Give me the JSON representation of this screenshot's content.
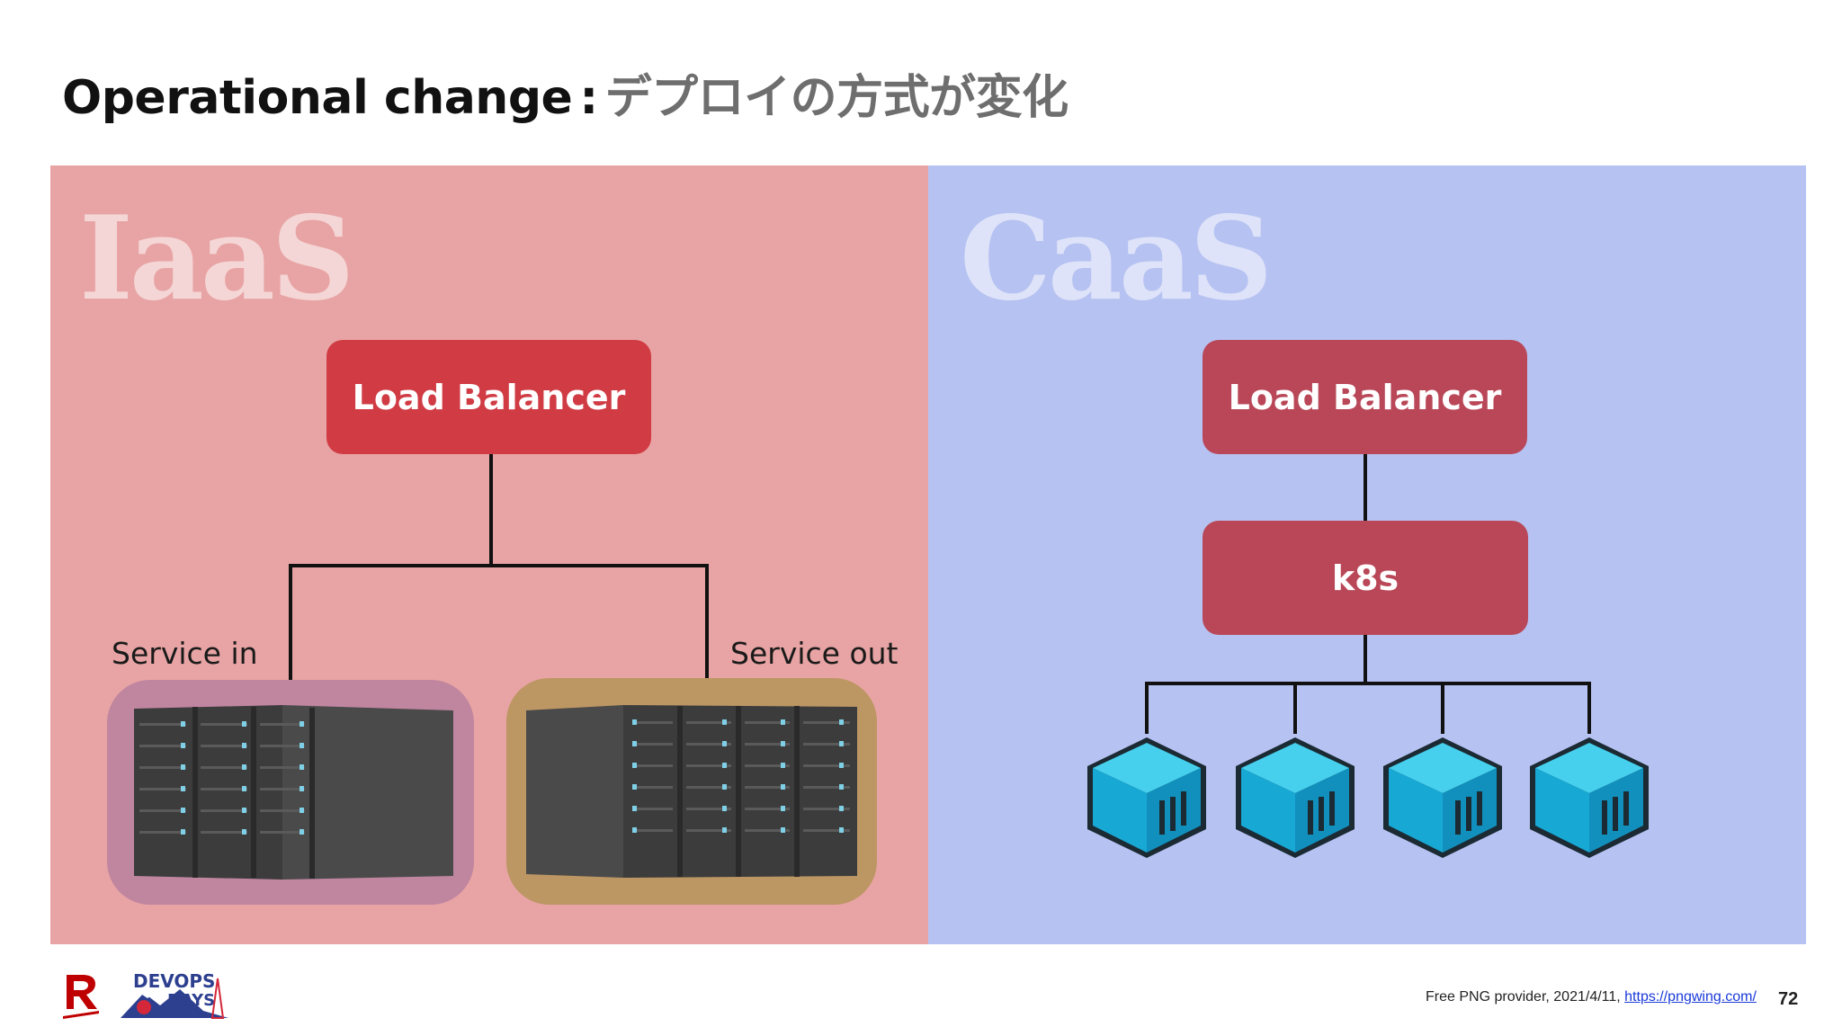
{
  "slide": {
    "title_en": "Operational change",
    "title_sep": ":",
    "title_jp": "デプロイの方式が変化",
    "page_number": "72"
  },
  "iaas": {
    "label": "IaaS",
    "load_balancer": "Load Balancer",
    "service_in": "Service in",
    "service_out": "Service out"
  },
  "caas": {
    "label": "CaaS",
    "load_balancer": "Load Balancer",
    "orchestrator": "k8s",
    "container_icons": [
      "container-icon",
      "container-icon",
      "container-icon",
      "container-icon"
    ]
  },
  "footer": {
    "credit_prefix": "Free PNG provider, 2021/4/11, ",
    "credit_link": "https://pngwing.com/",
    "logos": [
      "rakuten-logo",
      "devopsdays-tokyo-logo"
    ]
  },
  "colors": {
    "iaas_bg": "#e8a4a4",
    "caas_bg": "#b6c2f1",
    "lb_iaas": "#d03b44",
    "lb_caas": "#b94758",
    "service_in_bg": "#c0859f",
    "service_out_bg": "#bc9663",
    "container": "#1fb7e0"
  }
}
